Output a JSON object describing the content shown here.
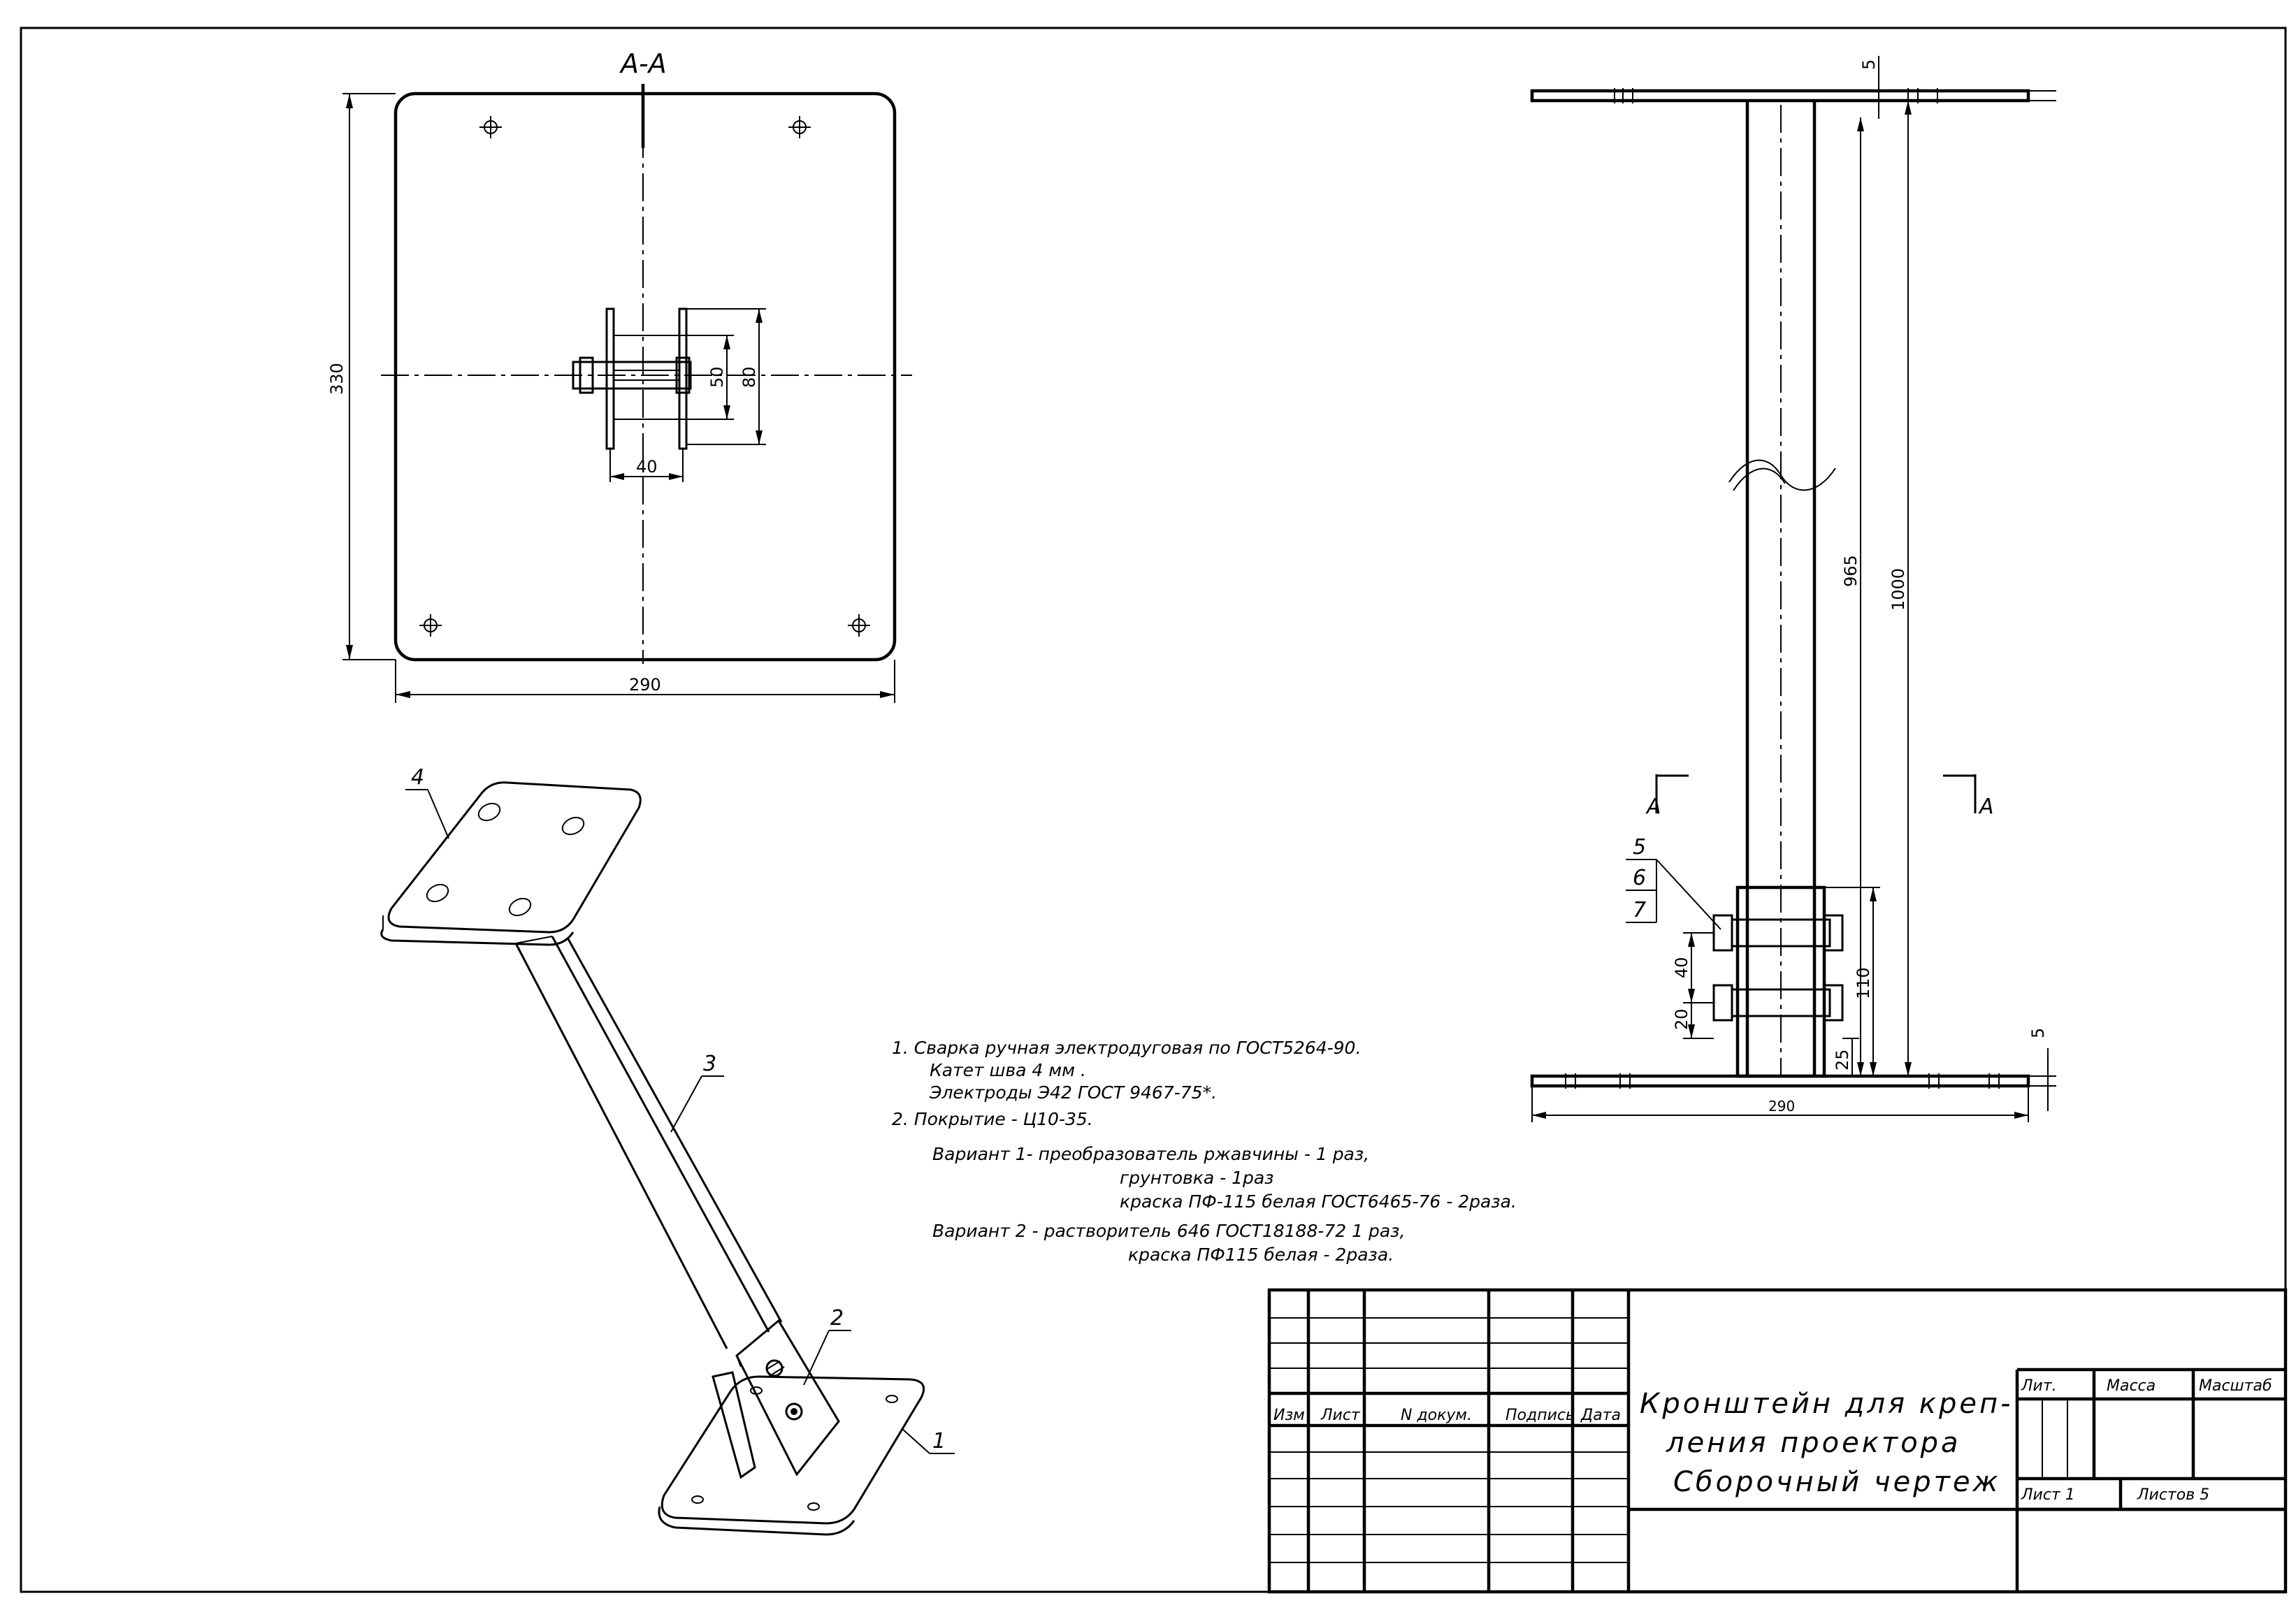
{
  "section_view": {
    "title": "A-A",
    "dims": {
      "height": "330",
      "width": "290",
      "d50": "50",
      "d80": "80",
      "d40": "40"
    }
  },
  "side_view": {
    "dims": {
      "top_thk": "5",
      "d965": "965",
      "d1000": "1000",
      "d40": "40",
      "d20": "20",
      "d110": "110",
      "d25": "25",
      "bottom_thk": "5",
      "width": "290"
    },
    "section_mark_left": "A",
    "section_mark_right": "A",
    "callouts": [
      "5",
      "6",
      "7"
    ]
  },
  "iso_view": {
    "callouts": [
      "4",
      "3",
      "2",
      "1"
    ]
  },
  "notes": [
    "1. Сварка ручная электродуговая по ГОСТ5264-90.",
    "Катет шва 4 мм .",
    "Электроды Э42 ГОСТ 9467-75*.",
    "2. Покрытие - Ц10-35.",
    "Вариант 1- преобразователь ржавчины - 1 раз,",
    "грунтовка - 1раз",
    "краска ПФ-115 белая ГОСТ6465-76 - 2раза.",
    "Вариант 2 - растворитель 646 ГОСТ18188-72 1 раз,",
    "краска ПФ115 белая - 2раза."
  ],
  "title_block": {
    "headers": [
      "Изм",
      "Лист",
      "N докум.",
      "Подпись",
      "Дата"
    ],
    "title_lines": [
      "Кронштейн для креп-",
      "ления проектора",
      "Сборочный чертеж"
    ],
    "lit_label": "Лит.",
    "mass_label": "Масса",
    "scale_label": "Масштаб",
    "sheet_label": "Лист 1",
    "sheets_label": "Листов 5"
  }
}
